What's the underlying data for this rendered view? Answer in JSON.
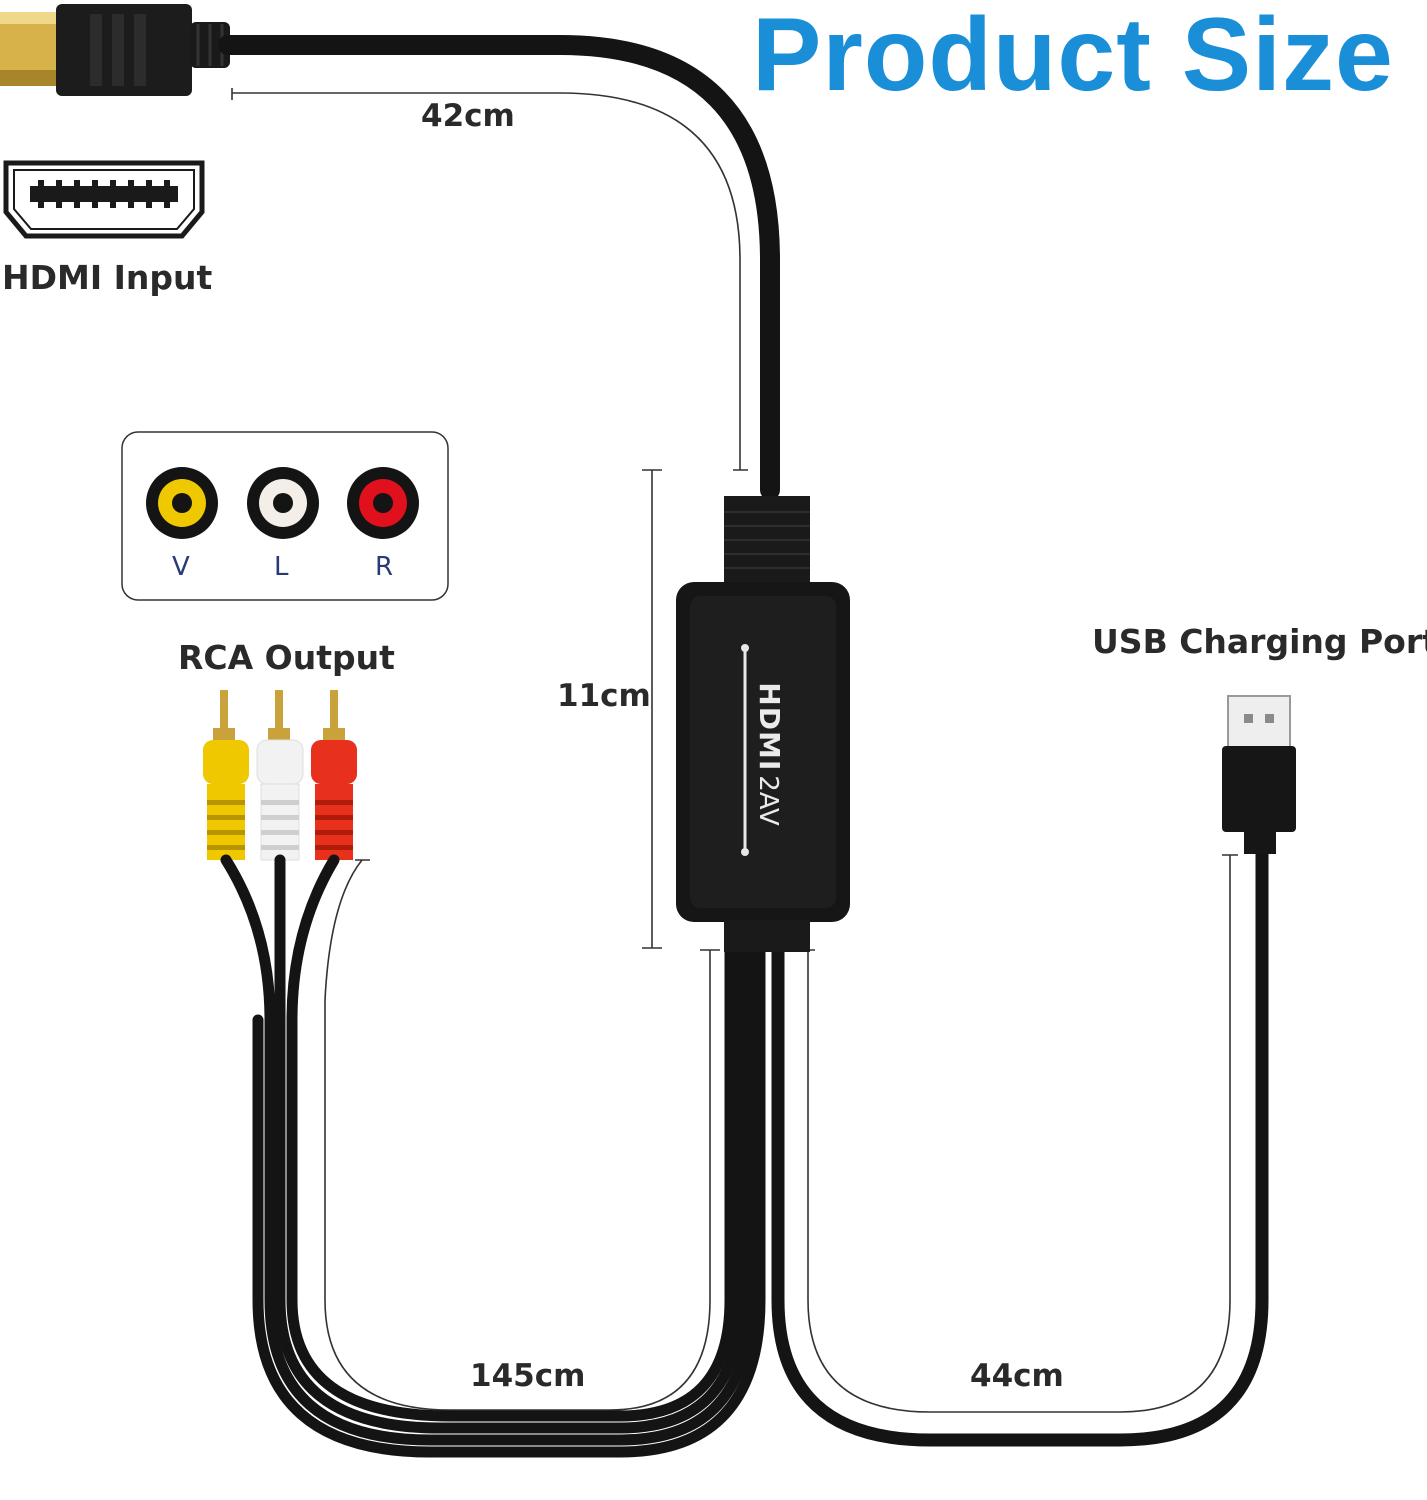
{
  "title": "Product Size",
  "labels": {
    "hdmi_input": "HDMI Input",
    "rca_output": "RCA Output",
    "usb_port": "USB Charging Port"
  },
  "rca_channels": [
    "V",
    "L",
    "R"
  ],
  "dimensions": {
    "hdmi_cable": "42cm",
    "adapter_body": "11cm",
    "rca_cable": "145cm",
    "usb_cable": "44cm"
  },
  "adapter_logo": {
    "brand": "HDMI",
    "suffix": "2AV"
  },
  "colors": {
    "title": "#1a8fd8",
    "rca_video": "#f0c800",
    "rca_left": "#f2f2f2",
    "rca_right": "#e8311c",
    "cable": "#111111"
  }
}
